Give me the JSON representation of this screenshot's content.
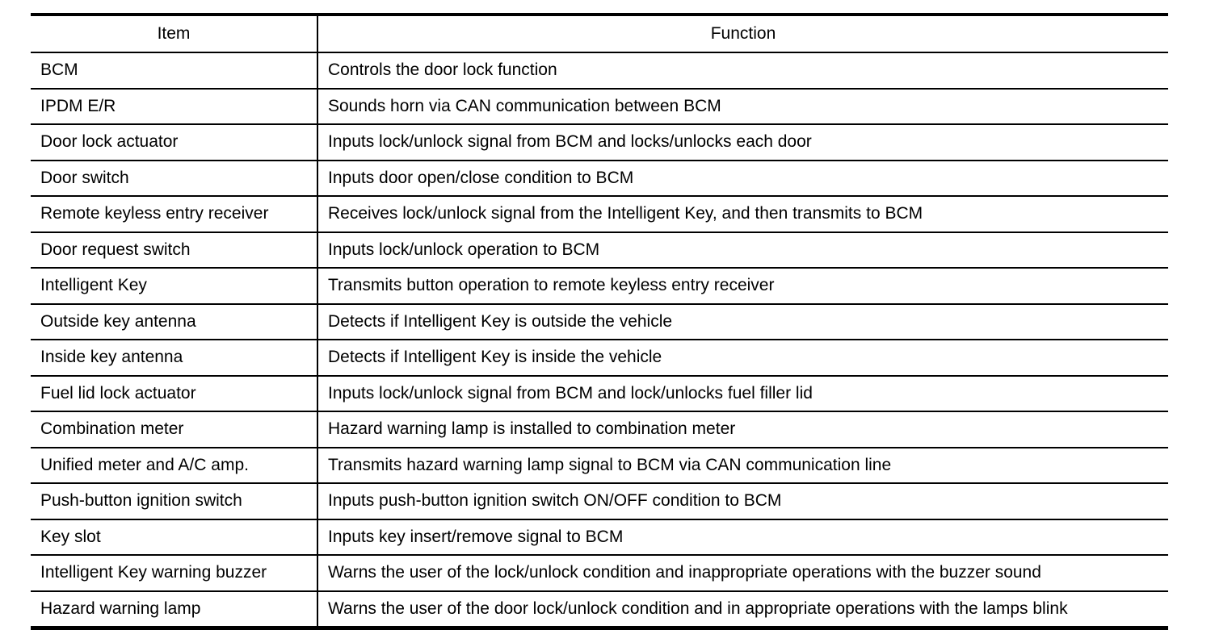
{
  "table": {
    "name": "component-parts-function-table",
    "columns": [
      {
        "key": "item",
        "label": "Item",
        "align": "center"
      },
      {
        "key": "function",
        "label": "Function",
        "align": "center"
      }
    ],
    "rows": [
      {
        "item": "BCM",
        "function": "Controls the door lock function"
      },
      {
        "item": "IPDM E/R",
        "function": "Sounds horn via CAN communication between BCM"
      },
      {
        "item": "Door lock actuator",
        "function": "Inputs lock/unlock signal from BCM and locks/unlocks each door"
      },
      {
        "item": "Door switch",
        "function": "Inputs door open/close condition to BCM"
      },
      {
        "item": "Remote keyless entry receiver",
        "function": "Receives lock/unlock signal from the Intelligent Key, and then transmits to BCM"
      },
      {
        "item": "Door request switch",
        "function": "Inputs lock/unlock operation to BCM"
      },
      {
        "item": "Intelligent Key",
        "function": "Transmits button operation to remote keyless entry receiver"
      },
      {
        "item": "Outside key antenna",
        "function": "Detects if Intelligent Key is outside the vehicle"
      },
      {
        "item": "Inside key antenna",
        "function": "Detects if Intelligent Key is inside the vehicle"
      },
      {
        "item": "Fuel lid lock actuator",
        "function": "Inputs lock/unlock signal from BCM and lock/unlocks fuel filler lid"
      },
      {
        "item": "Combination meter",
        "function": "Hazard warning lamp is installed to combination meter"
      },
      {
        "item": "Unified meter and A/C amp.",
        "function": "Transmits hazard warning lamp signal to BCM via CAN communication line"
      },
      {
        "item": "Push-button ignition switch",
        "function": "Inputs push-button ignition switch ON/OFF condition to BCM"
      },
      {
        "item": "Key slot",
        "function": "Inputs key insert/remove signal to BCM"
      },
      {
        "item": "Intelligent Key warning buzzer",
        "function": "Warns the user of the lock/unlock condition and inappropriate operations with the buzzer sound"
      },
      {
        "item": "Hazard warning lamp",
        "function": "Warns the user of the door lock/unlock condition and in appropriate operations with the lamps blink"
      }
    ]
  },
  "style": {
    "text_color": "#000000",
    "rule_color": "#000000",
    "background": "#ffffff"
  }
}
